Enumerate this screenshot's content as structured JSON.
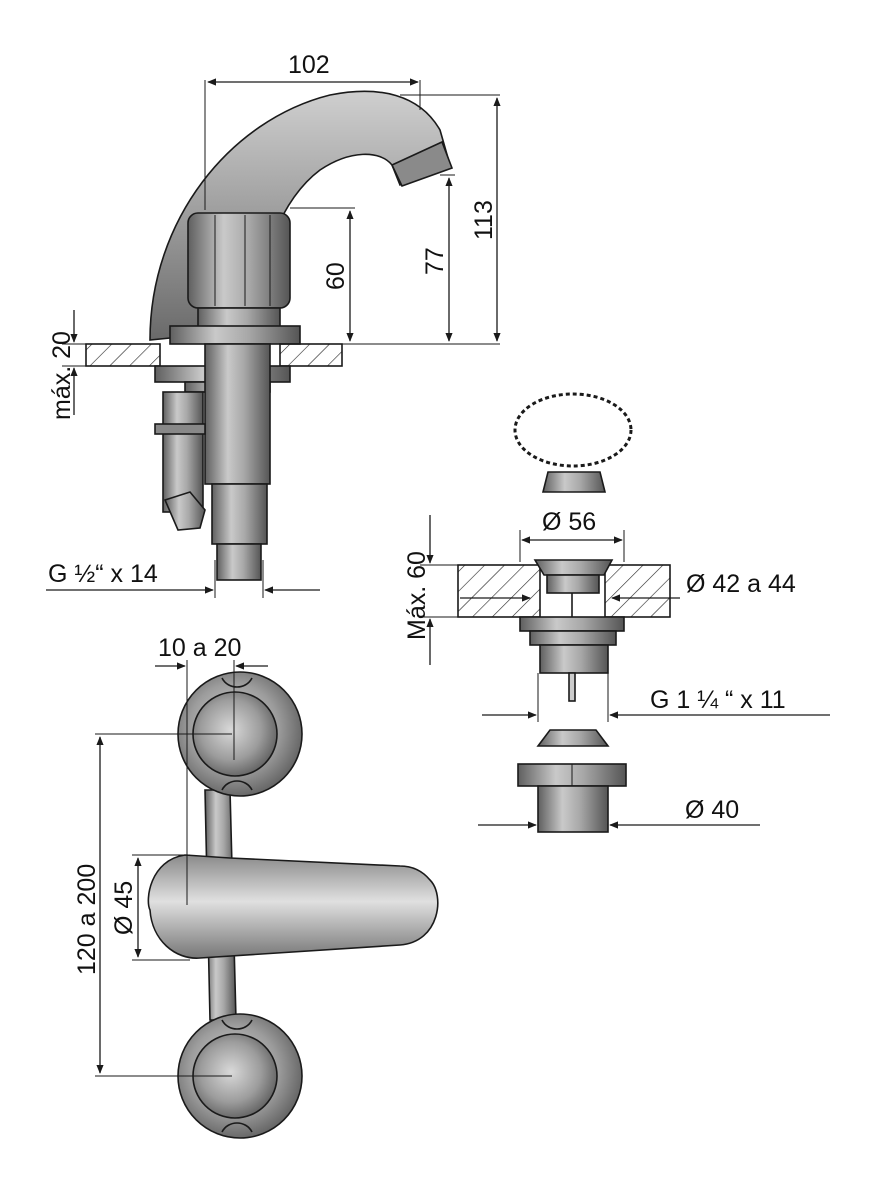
{
  "labels": {
    "width_102": "102",
    "height_113": "113",
    "height_77": "77",
    "height_60": "60",
    "max_20": "máx. 20",
    "thread_half": "G ½“ x 14",
    "spacing_10_20": "10 a 20",
    "centers_120_200": "120 a 200",
    "dia_45": "Ø 45",
    "dia_56": "Ø 56",
    "max_60": "Máx. 60",
    "dia_42_44": "Ø 42 a 44",
    "thread_114": "G 1 ¼ “ x 11",
    "dia_40": "Ø 40"
  },
  "colors": {
    "metal_light": "#d4d4d4",
    "metal_mid": "#9a9a9a",
    "metal_dark": "#5c5c5c",
    "line": "#1a1a1a"
  }
}
